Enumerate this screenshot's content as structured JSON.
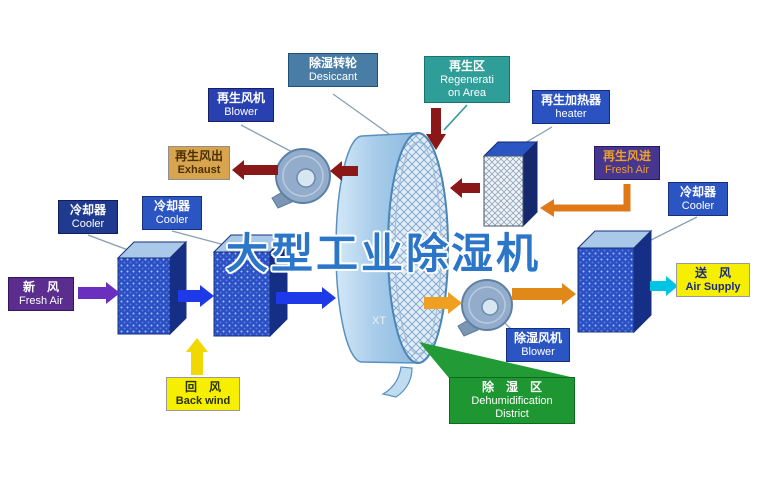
{
  "title": "大型工业除湿机",
  "watermark": "XT",
  "labels": {
    "desiccant": {
      "zh": "除湿转轮",
      "en": "Desiccant"
    },
    "regeneration_area": {
      "zh": "再生区",
      "en_line1": "Regenerati",
      "en_line2": "on Area"
    },
    "regen_blower": {
      "zh": "再生风机",
      "en": "Blower"
    },
    "regen_heater": {
      "zh": "再生加热器",
      "en": "heater"
    },
    "exhaust": {
      "zh": "再生风出",
      "en": "Exhaust"
    },
    "regen_fresh_air": {
      "zh": "再生风进",
      "en": "Fresh Air"
    },
    "cooler_left_1": {
      "zh": "冷却器",
      "en": "Cooler"
    },
    "cooler_left_2": {
      "zh": "冷却器",
      "en": "Cooler"
    },
    "cooler_right": {
      "zh": "冷却器",
      "en": "Cooler"
    },
    "fresh_air": {
      "zh": "新　风",
      "en": "Fresh Air"
    },
    "air_supply": {
      "zh": "送　风",
      "en": "Air Supply"
    },
    "back_wind": {
      "zh": "回　风",
      "en": "Back wind"
    },
    "dehumid_blower": {
      "zh": "除湿风机",
      "en": "Blower"
    },
    "dehumid_district": {
      "zh": "除　湿　区",
      "en_line1": "Dehumidification",
      "en_line2": "District"
    }
  },
  "colors": {
    "title_blue": "#2b76c8",
    "arrow_purple": "#6a2fbf",
    "arrow_blue": "#1e3ae8",
    "arrow_yellow": "#f0d800",
    "arrow_orange": "#f0a020",
    "arrow_dark_red": "#8b1818",
    "arrow_cyan": "#00c4e4",
    "district_green": "#229a35"
  }
}
